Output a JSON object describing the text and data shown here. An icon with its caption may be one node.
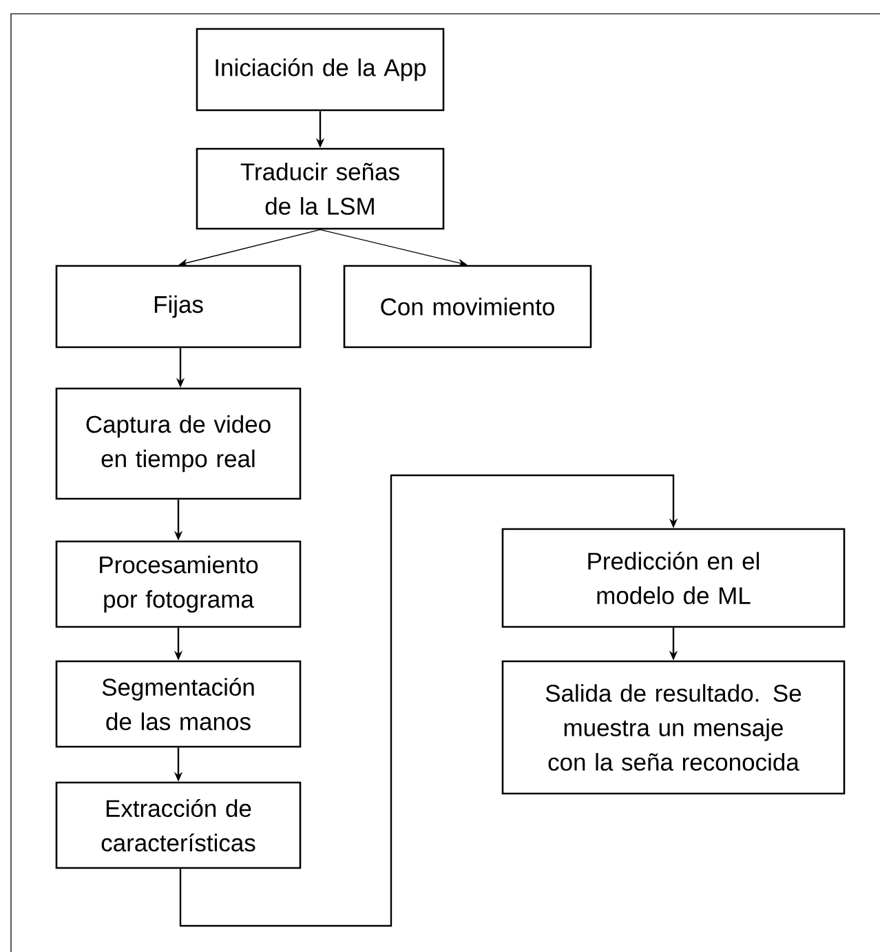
{
  "diagram": {
    "nodes": [
      {
        "text": [
          "Iniciación de la App"
        ]
      },
      {
        "text": [
          "Traducir señas de la LSM"
        ]
      },
      {
        "text": [
          "Fijas"
        ]
      },
      {
        "text": [
          "Con movimiento"
        ]
      },
      {
        "text": [
          "Captura de video en tiempo real"
        ]
      },
      {
        "text": [
          "Procesamiento por fotograma"
        ]
      },
      {
        "text": [
          "Segmentación de las manos"
        ]
      },
      {
        "text": [
          "Extracción de características"
        ]
      },
      {
        "text": [
          "Predicción en el modelo de ML"
        ]
      },
      {
        "text": [
          "Salida de resultado. Se muestra un mensaje con la seña reconocida"
        ]
      }
    ],
    "edges": [
      {
        "from": 0,
        "to": 1,
        "arrow": "to"
      },
      {
        "from": 1,
        "to": 2,
        "arrow": "to"
      },
      {
        "from": 1,
        "to": 3,
        "arrow": "to"
      },
      {
        "from": 2,
        "to": 4,
        "arrow": "to"
      },
      {
        "from": 4,
        "to": 5,
        "arrow": "to"
      },
      {
        "from": 5,
        "to": 6,
        "arrow": "to"
      },
      {
        "from": 6,
        "to": 7,
        "arrow": "to"
      },
      {
        "from": 7,
        "to": 8,
        "arrow": "to"
      },
      {
        "from": 8,
        "to": 9,
        "arrow": "to"
      }
    ]
  }
}
